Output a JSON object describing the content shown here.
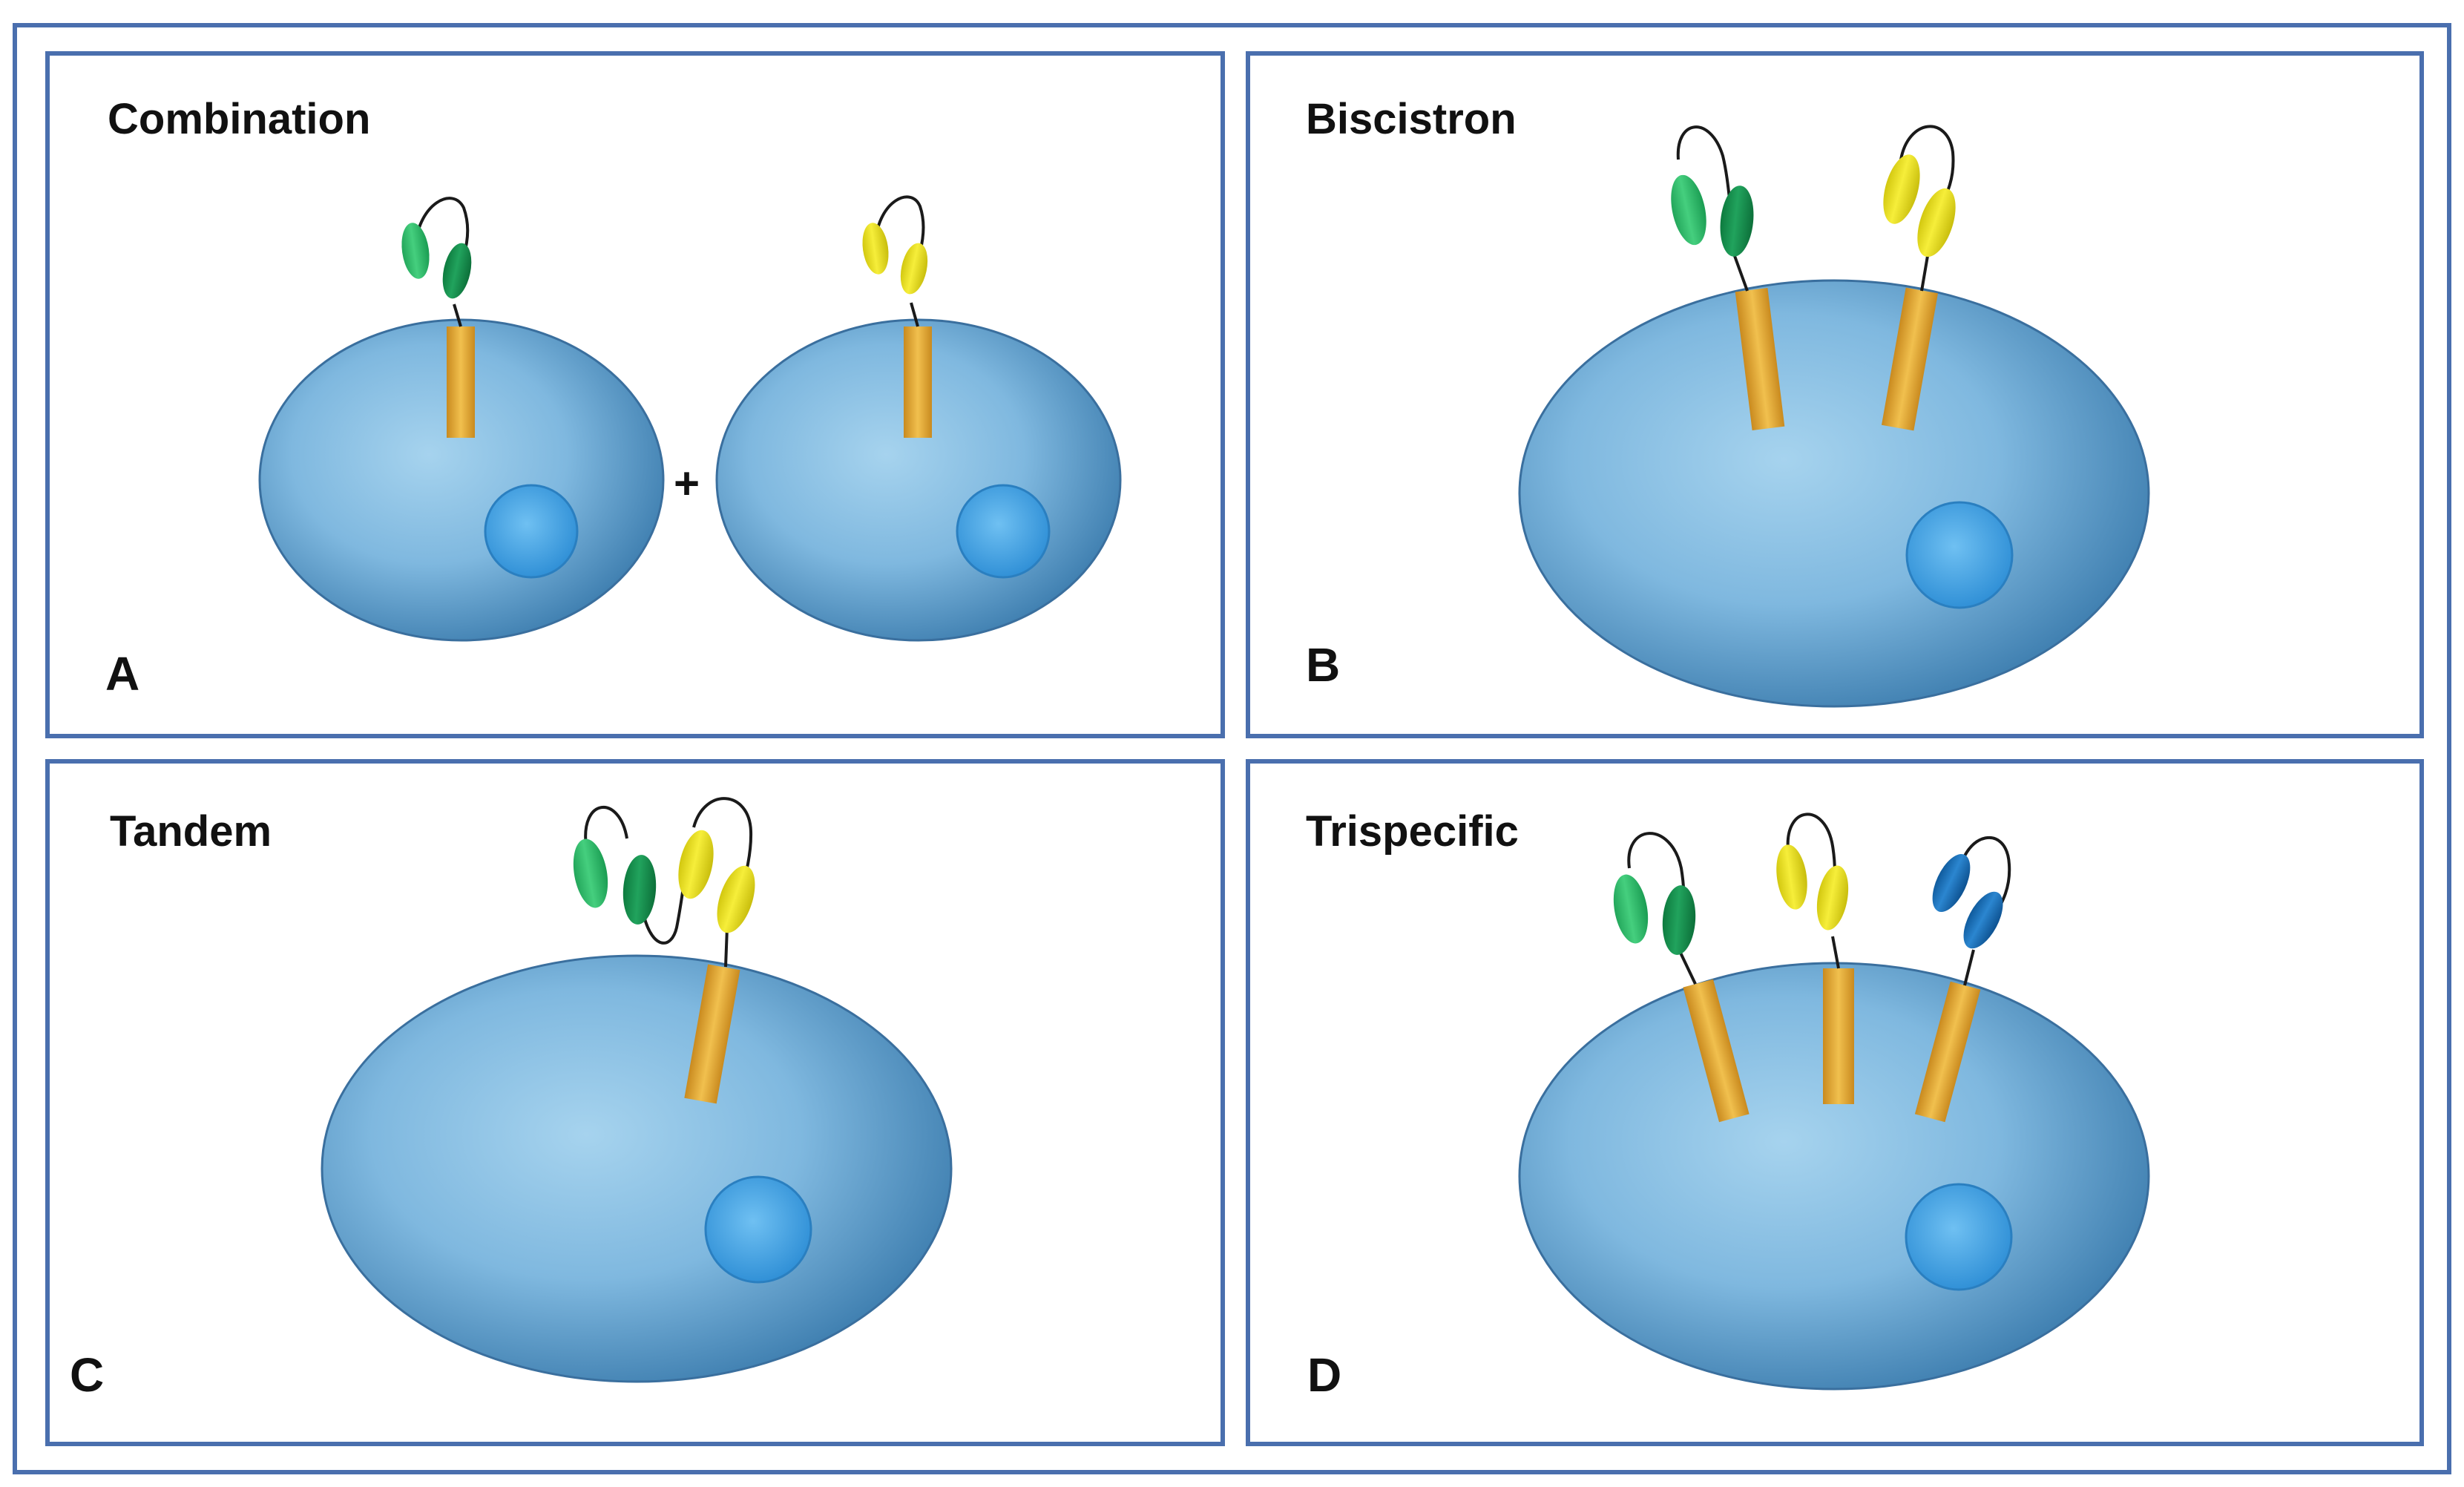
{
  "colors": {
    "frame": "#4a6fae",
    "cell_center": "#a6d3ee",
    "cell_edge": "#3f7fb0",
    "nucleus": "#46a4e8",
    "receptor": "#e0a83a",
    "domain_light_green": "#2db868",
    "domain_dark_green": "#138a4a",
    "domain_yellow": "#e9e018",
    "domain_blue": "#1b6fb8",
    "linker": "#1a1a1a"
  },
  "icon_names": [
    "cell-icon",
    "nucleus-icon",
    "receptor-icon",
    "scfv-domain-icon",
    "linker-icon"
  ],
  "panels": {
    "a": {
      "title": "Combination",
      "letter": "A",
      "plus": "+"
    },
    "b": {
      "title": "Biscistron",
      "letter": "B"
    },
    "c": {
      "title": "Tandem",
      "letter": "C"
    },
    "d": {
      "title": "Trispecific",
      "letter": "D"
    }
  }
}
